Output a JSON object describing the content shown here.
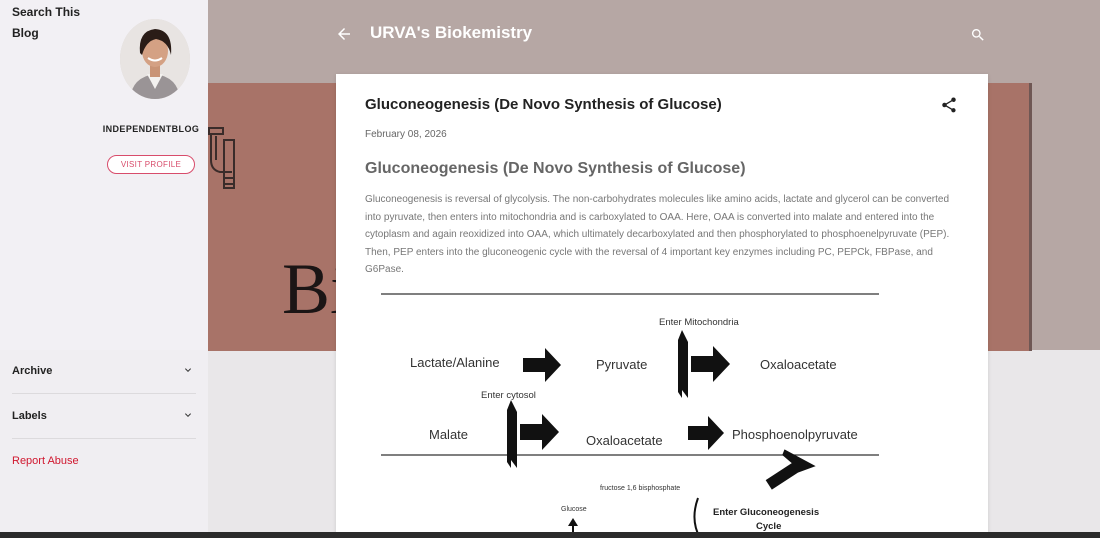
{
  "sidebar": {
    "search_title": "Search This Blog",
    "profile": {
      "name": "INDEPENDENTBLOG",
      "visit_label": "VISIT PROFILE"
    },
    "sections": [
      {
        "label": "Archive"
      },
      {
        "label": "Labels"
      }
    ],
    "report_abuse": "Report Abuse"
  },
  "header": {
    "site_title": "URVA's Biokemistry",
    "hero_text": "Bi"
  },
  "post": {
    "title": "Gluconeogenesis (De Novo Synthesis of Glucose)",
    "date": "February 08, 2026",
    "heading": "Gluconeogenesis (De Novo Synthesis of Glucose)",
    "body": "Gluconeogenesis is reversal of glycolysis. The non-carbohydrates molecules like amino acids, lactate and glycerol can be converted into pyruvate, then enters into mitochondria and is carboxylated to OAA. Here, OAA is converted into malate and entered into the cytoplasm and again reoxidized into OAA, which ultimately decarboxylated and then phosphorylated to phosphoenelpyruvate (PEP). Then, PEP enters into the gluconeogenic cycle with the reversal of 4 important key enzymes including PC, PEPCk, FBPase, and G6Pase."
  },
  "diagram": {
    "enter_mito": "Enter Mitochondria",
    "lactate": "Lactate/Alanine",
    "pyruvate": "Pyruvate",
    "oxaloacetate1": "Oxaloacetate",
    "enter_cytosol": "Enter cytosol",
    "malate": "Malate",
    "oxaloacetate2": "Oxaloacetate",
    "pep": "Phosphoenolpyruvate",
    "fbp": "fructose 1,6 bisphosphate",
    "glucose": "Glucose",
    "enter_gng_1": "Enter Gluconeogenesis",
    "enter_gng_2": "Cycle"
  },
  "colors": {
    "accent": "#d84c6b",
    "header_bg": "#b6a7a4",
    "hero_bg": "#a87368",
    "report": "#d0172f"
  },
  "icons": [
    "back-arrow-icon",
    "search-icon",
    "share-icon",
    "chevron-down-icon"
  ]
}
